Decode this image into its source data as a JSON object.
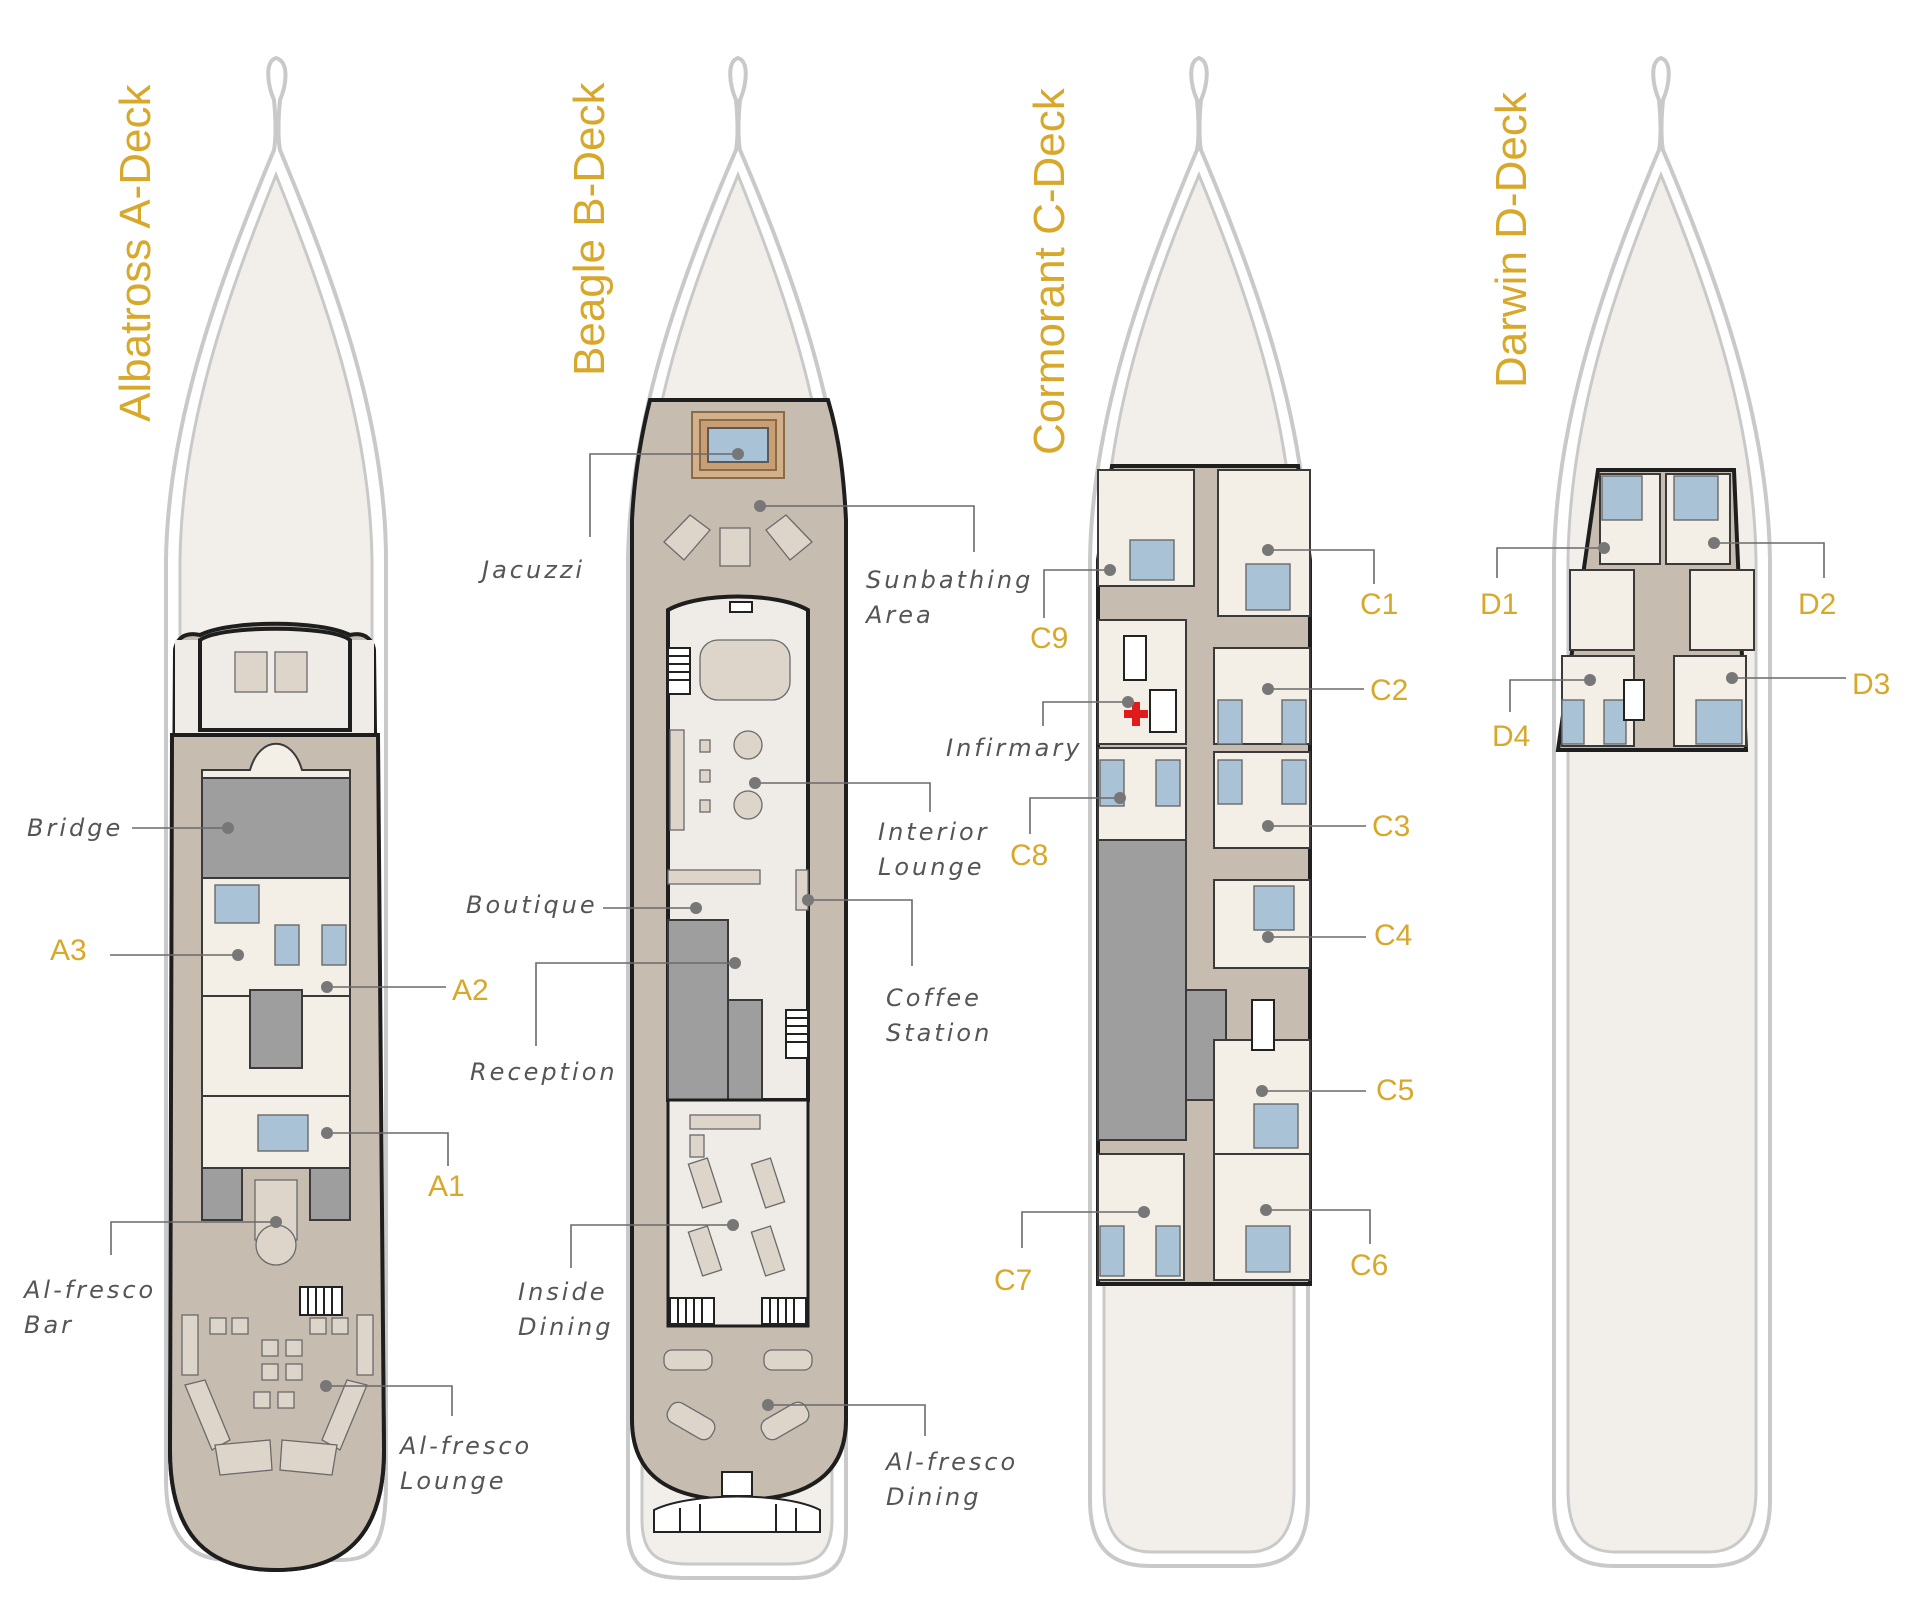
{
  "decks": [
    {
      "title": "Albatross A-Deck"
    },
    {
      "title": "Beagle B-Deck"
    },
    {
      "title": "Cormorant C-Deck"
    },
    {
      "title": "Darwin D-Deck"
    }
  ],
  "labels": {
    "bridge": "Bridge",
    "a3": "A3",
    "a2": "A2",
    "a1": "A1",
    "alfresco_bar_1": "Al-fresco",
    "alfresco_bar_2": "Bar",
    "alfresco_lounge_1": "Al-fresco",
    "alfresco_lounge_2": "Lounge",
    "jacuzzi": "Jacuzzi",
    "sunbathing_1": "Sunbathing",
    "sunbathing_2": "Area",
    "interior_lounge_1": "Interior",
    "interior_lounge_2": "Lounge",
    "boutique": "Boutique",
    "coffee_1": "Coffee",
    "coffee_2": "Station",
    "reception": "Reception",
    "inside_dining_1": "Inside",
    "inside_dining_2": "Dining",
    "alfresco_dining_1": "Al-fresco",
    "alfresco_dining_2": "Dining",
    "c1": "C1",
    "c2": "C2",
    "c3": "C3",
    "c4": "C4",
    "c5": "C5",
    "c6": "C6",
    "c7": "C7",
    "c8": "C8",
    "c9": "C9",
    "infirmary": "Infirmary",
    "d1": "D1",
    "d2": "D2",
    "d3": "D3",
    "d4": "D4"
  },
  "colors": {
    "title_gold": "#d7a82a",
    "label_gray": "#555555",
    "deck_floor": "#c7bcb0",
    "cabin_floor": "#f3eee6",
    "bed_blue": "#a9c2d6",
    "infirmary_cross": "#e01b1b"
  }
}
